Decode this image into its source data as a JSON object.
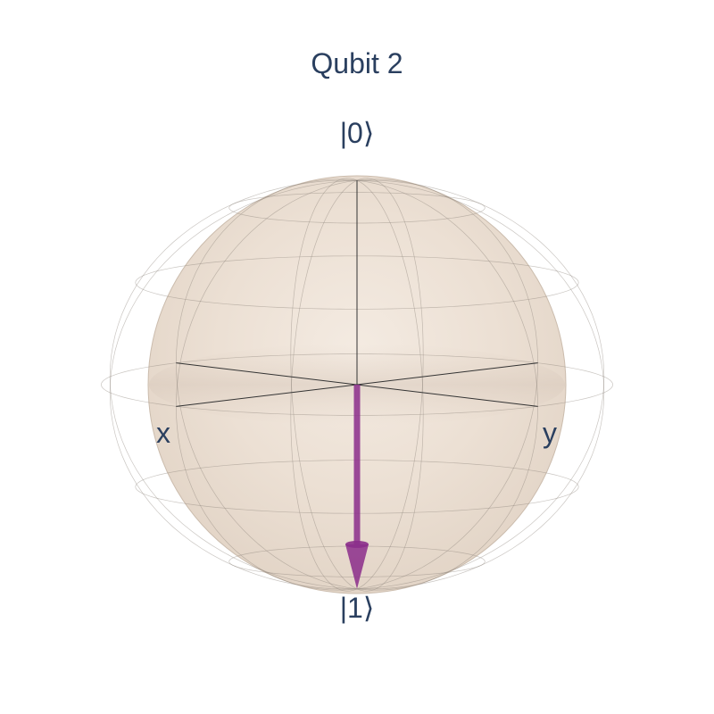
{
  "title": "Qubit 2",
  "labels": {
    "top": "|0⟩",
    "bottom": "|1⟩",
    "x": "x",
    "y": "y"
  },
  "state": {
    "theta_deg": 180,
    "phi_deg": 0
  },
  "colors": {
    "text": "#2a3f5f",
    "sphere_fill": "#eee2d6",
    "sphere_edge": "#c9b8a8",
    "grid": "#8a8078",
    "axis": "#333333",
    "vector": "#8b2d8b"
  },
  "ticks": {
    "latitudes_deg": [
      60,
      30,
      0,
      -30,
      -60
    ],
    "longitudes_deg": [
      0,
      30,
      60,
      90,
      120,
      150
    ]
  }
}
